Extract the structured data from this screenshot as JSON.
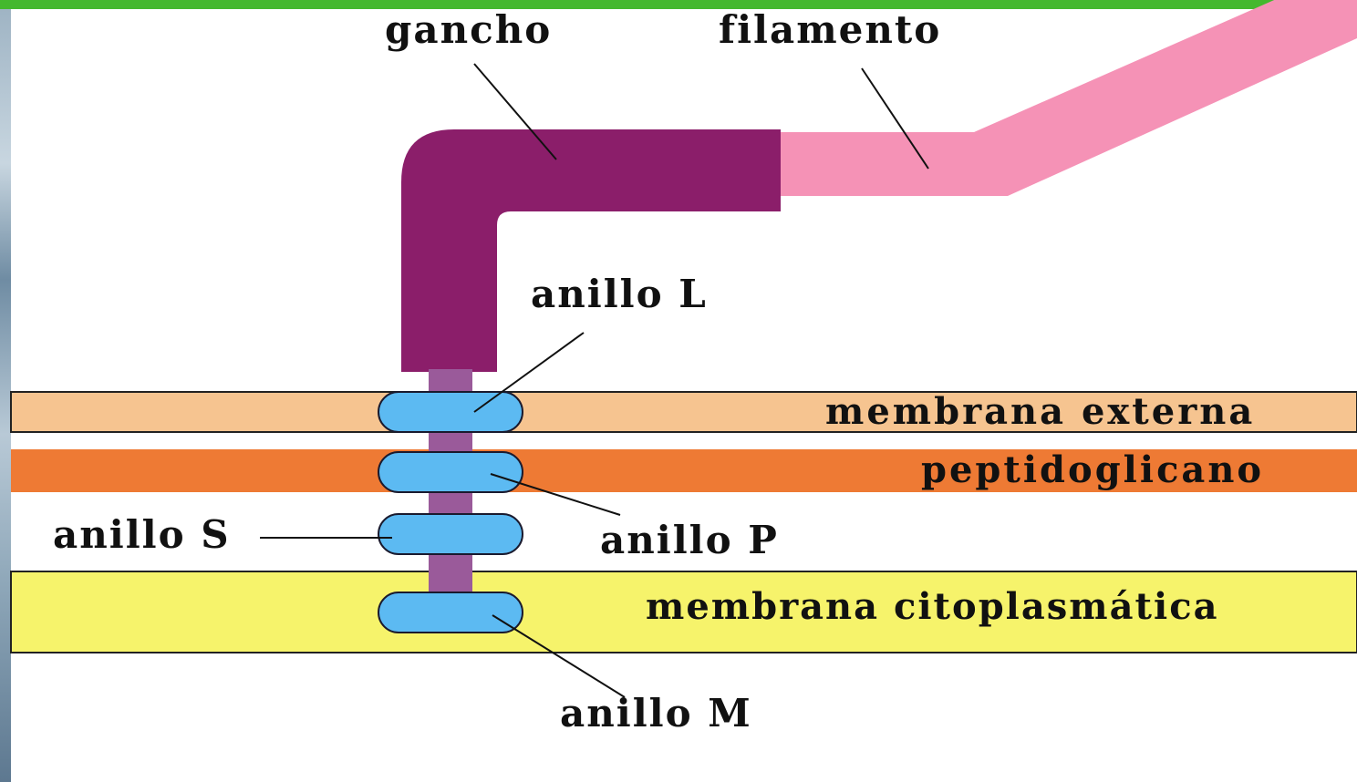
{
  "labels": {
    "gancho": "gancho",
    "filamento": "filamento",
    "anillo_l": "anillo L",
    "anillo_s": "anillo S",
    "anillo_p": "anillo P",
    "anillo_m": "anillo M",
    "membrana_externa": "membrana externa",
    "peptidoglicano": "peptidoglicano",
    "membrana_citoplasmatica": "membrana citoplasmática"
  },
  "colors": {
    "header_bar": "#44b82e",
    "membrana_externa": "#f6c490",
    "peptidoglicano": "#ee7a34",
    "membrana_citoplasmatica": "#f6f36b",
    "gancho": "#8b1e6a",
    "filamento": "#f592b6",
    "rod": "#9a5a9a",
    "ring": "#5cbaf2"
  }
}
